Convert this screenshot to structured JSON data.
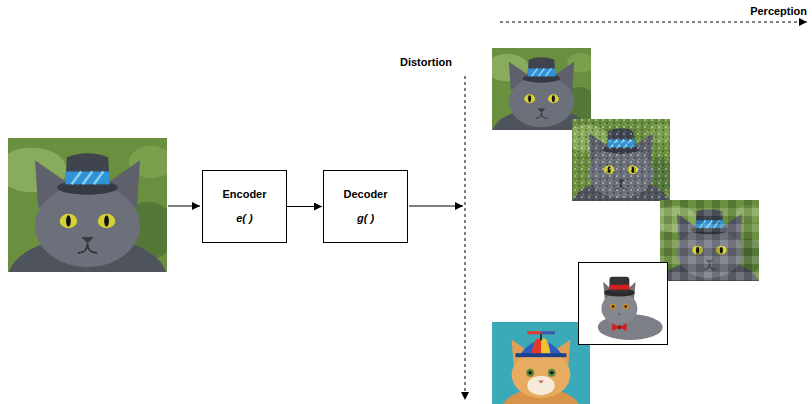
{
  "diagram": {
    "nodes": [
      {
        "text": [
          "Encoder",
          "e( )"
        ]
      },
      {
        "text": [
          "Decoder",
          "g( )"
        ]
      }
    ],
    "edges": [
      {
        "from": 0,
        "to": 1,
        "arrow": "to"
      }
    ],
    "labels": [
      "Distortion",
      "Perception"
    ]
  }
}
